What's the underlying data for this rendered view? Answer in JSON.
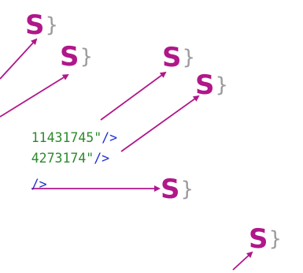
{
  "colors": {
    "accent_magenta": "#b0178a",
    "arrow": "#b0178a",
    "attr_value_green": "#2d8a2d",
    "xml_punct_blue": "#1f2fd6",
    "brace_gray": "#9a9a9a",
    "background": "#ffffff"
  },
  "code_lines": [
    {
      "value": "11431745\"",
      "close": "/>"
    },
    {
      "value": "4273174\"",
      "close": "/>"
    },
    {
      "value": "",
      "close": "/>"
    }
  ],
  "markers": [
    {
      "letter": "S",
      "brace": "}"
    },
    {
      "letter": "S",
      "brace": "}"
    },
    {
      "letter": "S",
      "brace": "}"
    },
    {
      "letter": "S",
      "brace": "}"
    },
    {
      "letter": "S",
      "brace": "}"
    },
    {
      "letter": "S",
      "brace": "}"
    }
  ]
}
